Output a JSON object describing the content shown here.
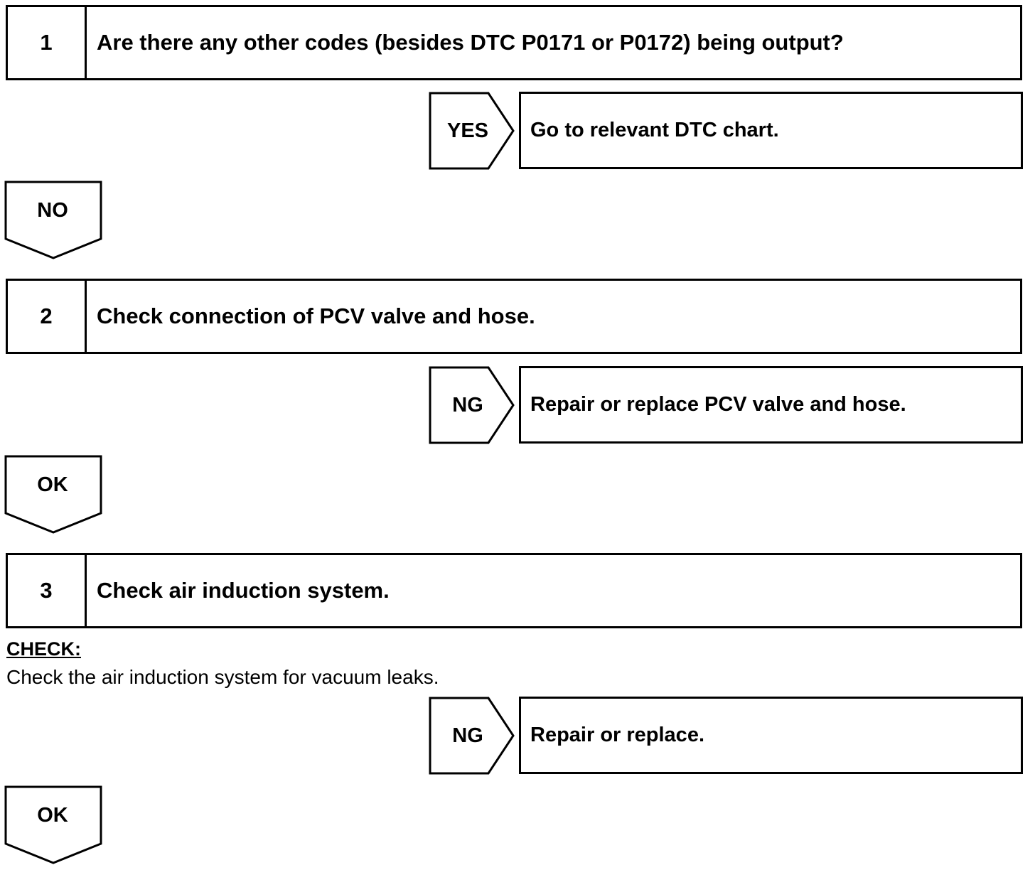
{
  "steps": [
    {
      "number": "1",
      "text": "Are there any other codes (besides DTC P0171 or P0172) being output?"
    },
    {
      "number": "2",
      "text": "Check connection of PCV valve and hose."
    },
    {
      "number": "3",
      "text": "Check air induction system."
    }
  ],
  "branches": [
    {
      "label": "YES",
      "result": "Go to relevant DTC chart."
    },
    {
      "label": "NG",
      "result": "Repair or replace PCV valve and hose."
    },
    {
      "label": "NG",
      "result": "Repair or replace."
    }
  ],
  "continues": [
    {
      "label": "NO"
    },
    {
      "label": "OK"
    },
    {
      "label": "OK"
    }
  ],
  "check": {
    "heading": "CHECK:",
    "body": "Check the air induction system for vacuum leaks."
  }
}
